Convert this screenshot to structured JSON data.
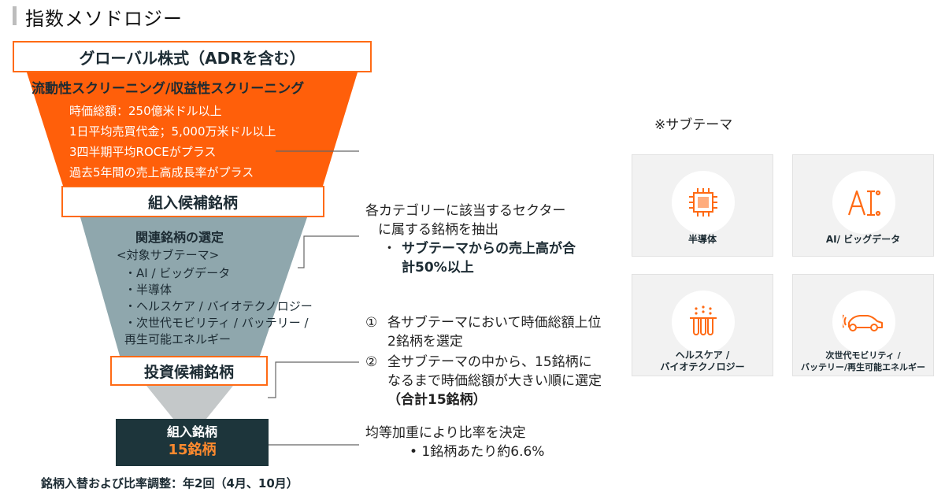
{
  "page_title": "指数メソドロジー",
  "funnel": {
    "top_box": "グローバル株式（ADRを含む）",
    "stage1": {
      "heading": "流動性スクリーニング/収益性スクリーニング",
      "criteria": [
        "時価総額：250億米ドル以上",
        "1日平均売買代金；5,000万米ドル以上",
        "3四半期平均ROCEがプラス",
        "過去5年間の売上高成長率がプラス"
      ]
    },
    "mid_box": "組入候補銘柄",
    "stage2": {
      "heading": "関連銘柄の選定",
      "subheading": "<対象サブテーマ>",
      "items": [
        "・AI / ビッグデータ",
        "・半導体",
        "・ヘルスケア / バイオテクノロジー",
        "・次世代モビリティ / バッテリー /",
        "再生可能エネルギー"
      ]
    },
    "low_box": "投資候補銘柄",
    "final_box": {
      "line1": "組入銘柄",
      "line2": "15銘柄"
    },
    "footer": "銘柄入替および比率調整：年2回（4月、10月）"
  },
  "notes": {
    "note1": {
      "line1": "各カテゴリーに該当するセクター",
      "line2": "に属する銘柄を抽出",
      "bullet": "・",
      "bold_line1": "サブテーマからの売上高が合",
      "bold_line2": "計50%以上"
    },
    "note2": [
      {
        "num": "①",
        "text": "各サブテーマにおいて時価総額上位2銘柄を選定"
      },
      {
        "num": "②",
        "text": "全サブテーマの中から、15銘柄になるまで時価総額が大きい順に選定",
        "bold": "（合計15銘柄）"
      }
    ],
    "note3": {
      "line1": "均等加重により比率を決定",
      "bullet": "• 1銘柄あたり約6.6%"
    }
  },
  "subthemes": {
    "caption": "※サブテーマ",
    "cards": [
      {
        "icon": "chip-icon",
        "label_line1": "半導体",
        "label_line2": ""
      },
      {
        "icon": "ai-icon",
        "label_line1": "AI/ ビッグデータ",
        "label_line2": ""
      },
      {
        "icon": "test-tubes-icon",
        "label_line1": "ヘルスケア /",
        "label_line2": "バイオテクノロジー"
      },
      {
        "icon": "car-icon",
        "label_line1": "次世代モビリティ /",
        "label_line2": "バッテリー/再生可能エネルギー"
      }
    ]
  },
  "colors": {
    "accent_orange": "#ff5f0a",
    "funnel_teal": "#8fa7ad",
    "funnel_grey": "#c4c8c9",
    "dark_teal": "#1d353b"
  }
}
